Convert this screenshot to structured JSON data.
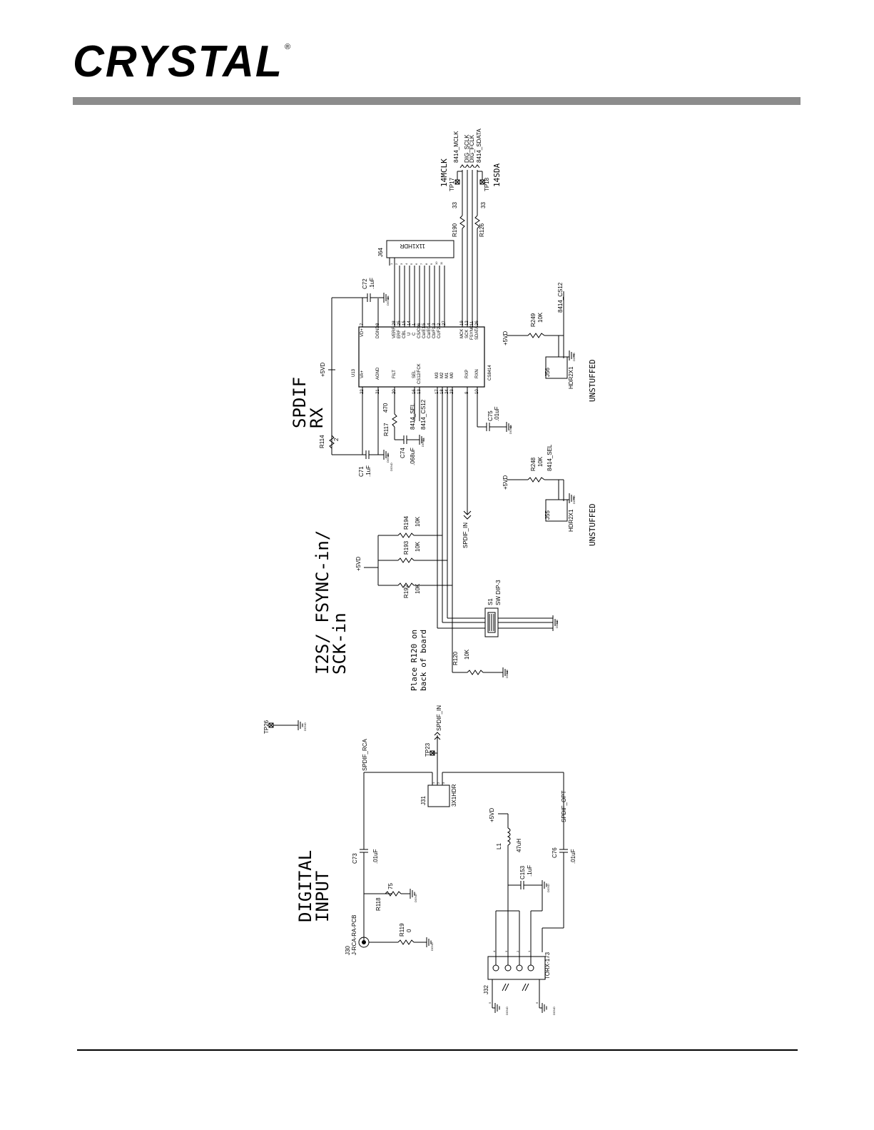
{
  "logo": {
    "text": "CRYSTAL",
    "mark": "®"
  },
  "sections": {
    "spdif_rx": [
      "SPDIF",
      "RX"
    ],
    "i2s": [
      "I2S/ FSYNC-in/",
      "SCK-in"
    ],
    "digital_input": [
      "DIGITAL",
      "INPUT"
    ]
  },
  "notes": {
    "place_r120": [
      "Place R120 on",
      "back of board"
    ],
    "unstuffed": "UNSTUFFED"
  },
  "parts": {
    "u13": {
      "ref": "U13",
      "value": "CS8414"
    },
    "j64": {
      "ref": "J64",
      "value": "11X1HDR"
    },
    "j55": {
      "ref": "J55",
      "value": "HDR2X1"
    },
    "j56": {
      "ref": "J56",
      "value": "HDR2X1"
    },
    "j31": {
      "ref": "J31",
      "value": "3X1HDR"
    },
    "j30": {
      "ref": "J30",
      "value": "J-RCA-RA-PCB"
    },
    "j32": {
      "ref": "J32",
      "value": "TORX-173"
    },
    "s1": {
      "ref": "S1",
      "value": "SW DIP-3"
    },
    "l1": {
      "ref": "L1",
      "value": "47uH"
    },
    "r114": {
      "ref": "R114",
      "value": "2"
    },
    "r117": {
      "ref": "R117",
      "value": "470"
    },
    "r190": {
      "ref": "R190",
      "value": "33"
    },
    "r126": {
      "ref": "R126",
      "value": "33"
    },
    "r248": {
      "ref": "R248",
      "value": "10K"
    },
    "r249": {
      "ref": "R249",
      "value": "10K"
    },
    "r192": {
      "ref": "R192",
      "value": "10K"
    },
    "r193": {
      "ref": "R193",
      "value": "10K"
    },
    "r194": {
      "ref": "R194",
      "value": "10K"
    },
    "r120": {
      "ref": "R120",
      "value": "10K"
    },
    "r118": {
      "ref": "R118",
      "value": "75"
    },
    "r119": {
      "ref": "R119",
      "value": "0"
    },
    "c71": {
      "ref": "C71",
      "value": ".1uF"
    },
    "c72": {
      "ref": "C72",
      "value": ".1uF"
    },
    "c74": {
      "ref": "C74",
      "value": ".068uF"
    },
    "c75": {
      "ref": "C75",
      "value": ".01uF"
    },
    "c73": {
      "ref": "C73",
      "value": ".01uF"
    },
    "c76": {
      "ref": "C76",
      "value": ".01uF"
    },
    "c153": {
      "ref": "C153",
      "value": ".1uF"
    },
    "tp17": "TP17",
    "tp18": "TP18",
    "tp23": "TP23",
    "tp26": "TP26"
  },
  "power": {
    "vd": "+5VD",
    "dgnd": "DGND"
  },
  "nets": {
    "mclk14": "14MCLK",
    "sda14": "14SDA",
    "mclk8414": "8414_MCLK",
    "sdata8414": "8414_SDATA",
    "dig_sclk": "DIG_SCLK",
    "dig_fclk": "DIG_FCLK",
    "sel8414": "8414_SEL",
    "cs12_8414": "8414_CS12",
    "spdif_in": "SPDIF_IN",
    "spdif_rca": "SPDIF_RCA",
    "spdif_opt": "SPDIF_OPT"
  },
  "u13_pins": {
    "top": [
      "VD+",
      "DGND",
      "VERF",
      "ERF",
      "CBL",
      "U",
      "C",
      "CS/C0",
      "Ce/E1",
      "Ca/E0",
      "Cb/F1",
      "Cc/F2",
      "MCK",
      "SCK",
      "FSYNC",
      "SDATA"
    ],
    "top_nums": [
      "7",
      "8",
      "28",
      "25",
      "15",
      "14",
      "1",
      "6",
      "5",
      "4",
      "3",
      "2",
      "27",
      "19",
      "12",
      "11",
      "26"
    ],
    "bottom": [
      "VA+",
      "AGND",
      "FILT",
      "SEL",
      "CS12/FCK",
      "M3",
      "M2",
      "M1",
      "M0",
      "RXP",
      "RXN"
    ],
    "bottom_nums": [
      "22",
      "21",
      "20",
      "16",
      "13",
      "17",
      "18",
      "24",
      "23",
      "9",
      "10"
    ]
  },
  "j64_pins": [
    "1",
    "2",
    "3",
    "4",
    "5",
    "6",
    "7",
    "8",
    "9",
    "10",
    "11"
  ],
  "j32_pins": [
    "4",
    "3",
    "2",
    "1",
    "5",
    "6"
  ],
  "misc_pins": [
    "1",
    "2",
    "3"
  ]
}
